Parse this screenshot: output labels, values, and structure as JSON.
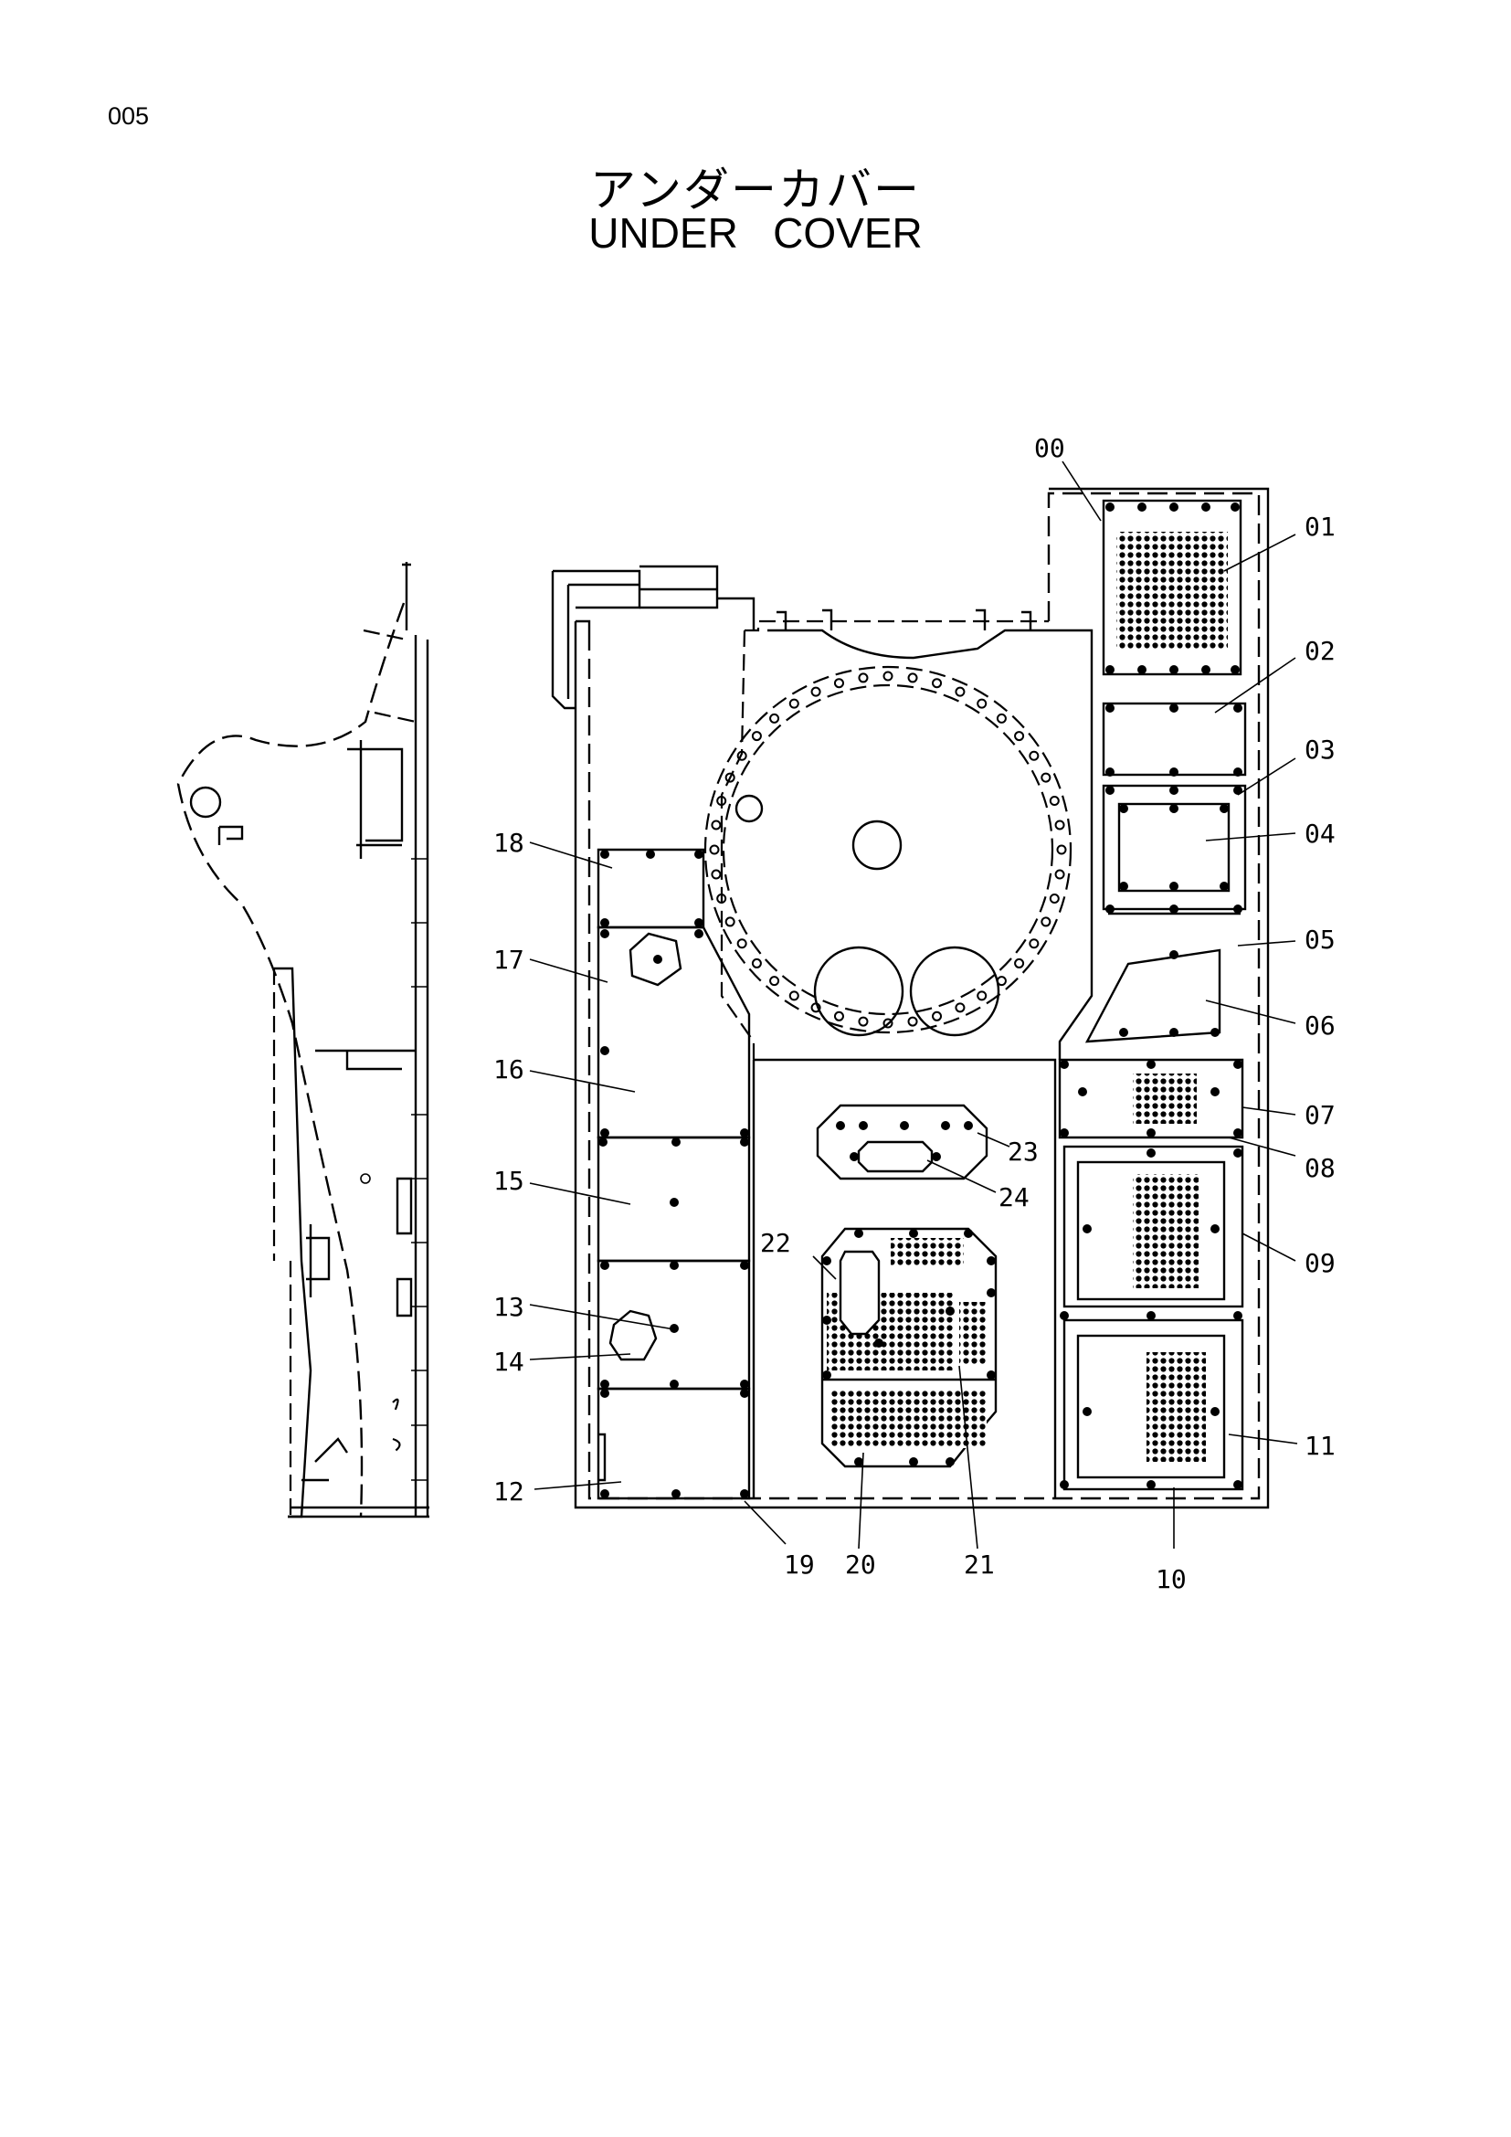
{
  "page": {
    "number": "005"
  },
  "title": {
    "japanese": "アンダーカバー",
    "english": "UNDER   COVER"
  },
  "parts": [
    {
      "id": "p00",
      "label": "00"
    },
    {
      "id": "p01",
      "label": "01"
    },
    {
      "id": "p02",
      "label": "02"
    },
    {
      "id": "p03",
      "label": "03"
    },
    {
      "id": "p04",
      "label": "04"
    },
    {
      "id": "p05",
      "label": "05"
    },
    {
      "id": "p06",
      "label": "06"
    },
    {
      "id": "p07",
      "label": "07"
    },
    {
      "id": "p08",
      "label": "08"
    },
    {
      "id": "p09",
      "label": "09"
    },
    {
      "id": "p10",
      "label": "10"
    },
    {
      "id": "p11",
      "label": "11"
    },
    {
      "id": "p12",
      "label": "12"
    },
    {
      "id": "p13",
      "label": "13"
    },
    {
      "id": "p14",
      "label": "14"
    },
    {
      "id": "p15",
      "label": "15"
    },
    {
      "id": "p16",
      "label": "16"
    },
    {
      "id": "p17",
      "label": "17"
    },
    {
      "id": "p18",
      "label": "18"
    },
    {
      "id": "p19",
      "label": "19"
    },
    {
      "id": "p20",
      "label": "20"
    },
    {
      "id": "p21",
      "label": "21"
    },
    {
      "id": "p22",
      "label": "22"
    },
    {
      "id": "p23",
      "label": "23"
    },
    {
      "id": "p24",
      "label": "24"
    }
  ]
}
